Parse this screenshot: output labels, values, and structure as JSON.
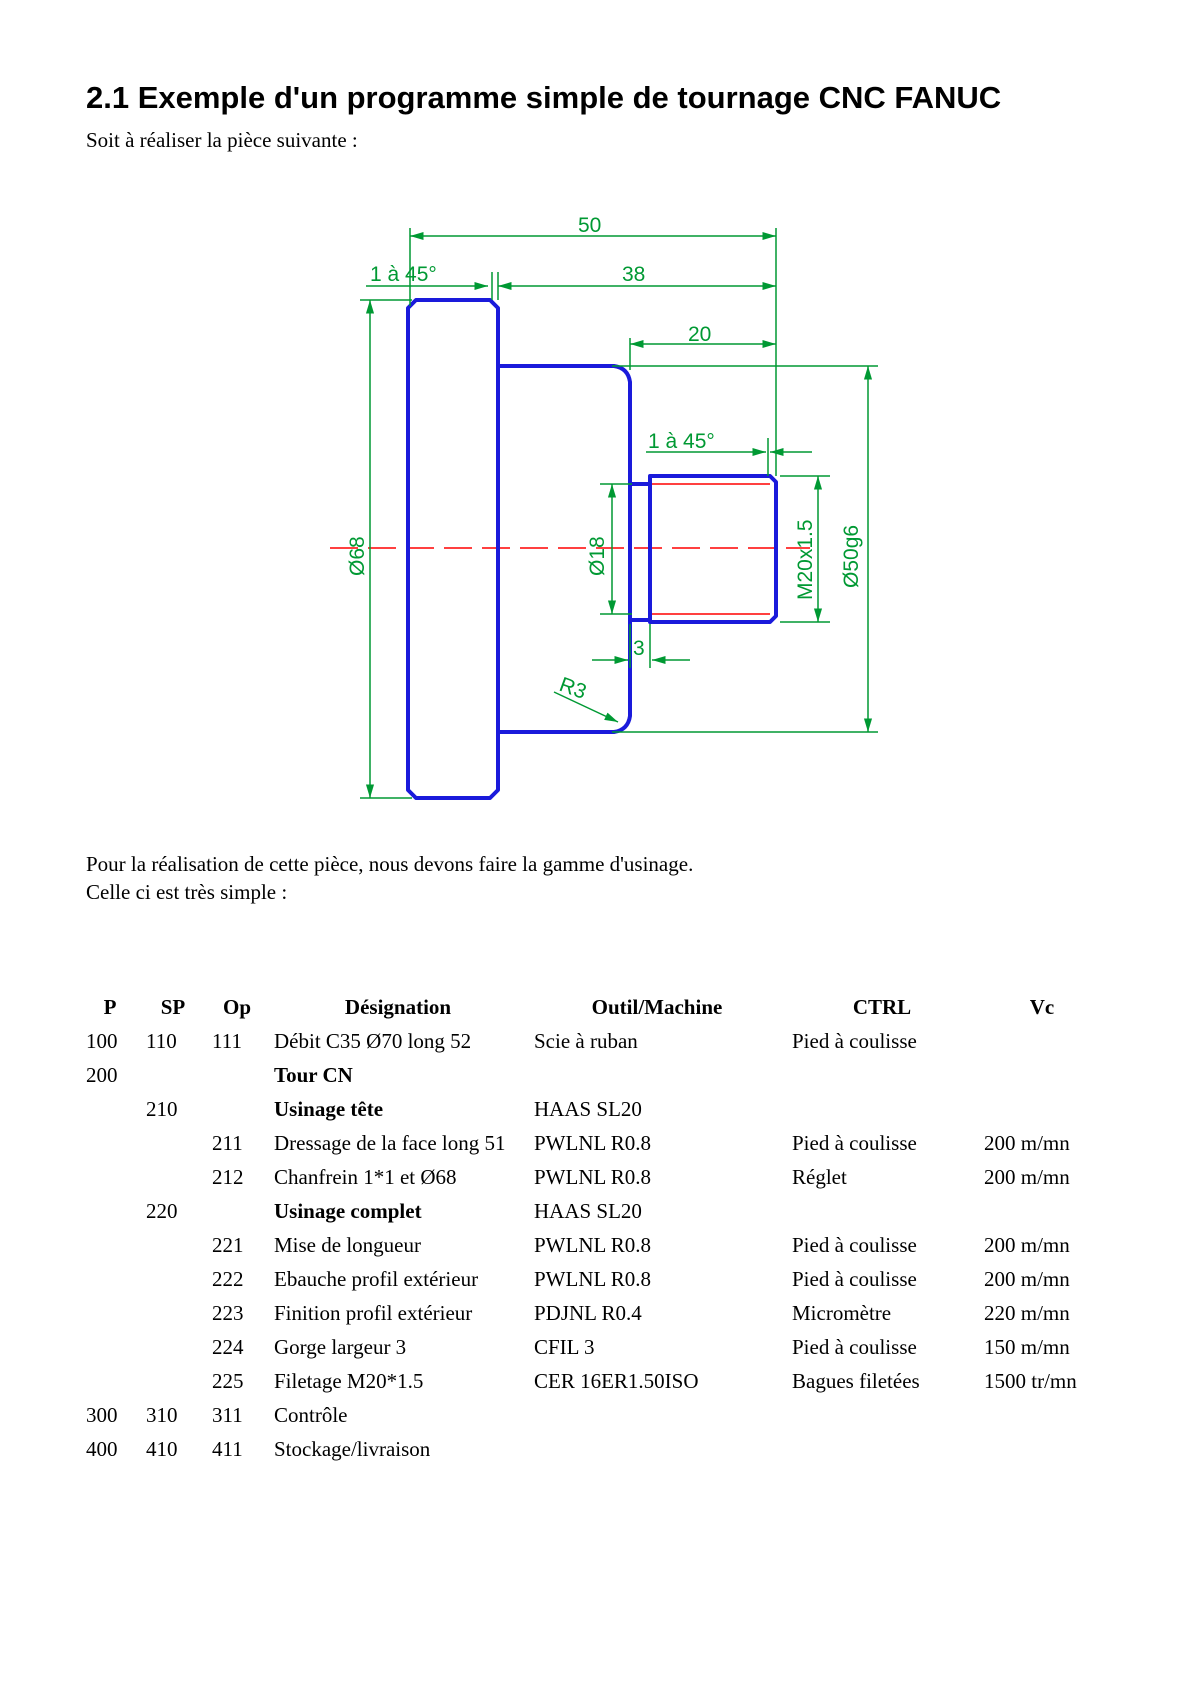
{
  "heading": "2.1 Exemple d'un programme simple de tournage CNC FANUC",
  "intro": "Soit à réaliser la pièce suivante :",
  "drawing": {
    "dims": {
      "overall_length": "50",
      "chamfer_left": "1 à 45°",
      "length_38": "38",
      "length_20": "20",
      "chamfer_right": "1 à 45°",
      "dia_68": "Ø68",
      "dia_18": "Ø18",
      "thread": "M20x1.5",
      "dia_50": "Ø50g6",
      "groove_width": "3",
      "radius": "R3"
    },
    "colors": {
      "part": "#1a1adb",
      "dimension": "#009933",
      "axis": "#ff0000"
    }
  },
  "paragraph": [
    "Pour la réalisation de cette pièce, nous devons faire la gamme d'usinage.",
    "Celle ci est très simple :"
  ],
  "table": {
    "headers": {
      "p": "P",
      "sp": "SP",
      "op": "Op",
      "designation": "Désignation",
      "tool": "Outil/Machine",
      "ctrl": "CTRL",
      "vc": "Vc"
    },
    "rows": [
      {
        "p": "100",
        "sp": "110",
        "op": "111",
        "designation": "Débit C35 Ø70 long 52",
        "tool": "Scie à ruban",
        "ctrl": "Pied à coulisse",
        "vc": ""
      },
      {
        "p": "200",
        "sp": "",
        "op": "",
        "designation": "Tour CN",
        "tool": "",
        "ctrl": "",
        "vc": ""
      },
      {
        "p": "",
        "sp": "210",
        "op": "",
        "designation": "Usinage tête",
        "tool": "HAAS SL20",
        "ctrl": "",
        "vc": ""
      },
      {
        "p": "",
        "sp": "",
        "op": "211",
        "designation": "Dressage de la face long 51",
        "tool": "PWLNL R0.8",
        "ctrl": "Pied à coulisse",
        "vc": "200 m/mn"
      },
      {
        "p": "",
        "sp": "",
        "op": "212",
        "designation": "Chanfrein 1*1 et Ø68",
        "tool": "PWLNL R0.8",
        "ctrl": "Réglet",
        "vc": "200 m/mn"
      },
      {
        "p": "",
        "sp": "220",
        "op": "",
        "designation": "Usinage complet",
        "tool": "HAAS SL20",
        "ctrl": "",
        "vc": ""
      },
      {
        "p": "",
        "sp": "",
        "op": "221",
        "designation": "Mise de longueur",
        "tool": "PWLNL R0.8",
        "ctrl": "Pied à coulisse",
        "vc": "200 m/mn"
      },
      {
        "p": "",
        "sp": "",
        "op": "222",
        "designation": "Ebauche profil extérieur",
        "tool": "PWLNL R0.8",
        "ctrl": "Pied à coulisse",
        "vc": "200 m/mn"
      },
      {
        "p": "",
        "sp": "",
        "op": "223",
        "designation": "Finition profil extérieur",
        "tool": "PDJNL R0.4",
        "ctrl": "Micromètre",
        "vc": "220 m/mn"
      },
      {
        "p": "",
        "sp": "",
        "op": "224",
        "designation": "Gorge largeur 3",
        "tool": "CFIL 3",
        "ctrl": "Pied à coulisse",
        "vc": "150 m/mn"
      },
      {
        "p": "",
        "sp": "",
        "op": "225",
        "designation": "Filetage M20*1.5",
        "tool": "CER 16ER1.50ISO",
        "ctrl": "Bagues filetées",
        "vc": "1500 tr/mn"
      },
      {
        "p": "300",
        "sp": "310",
        "op": "311",
        "designation": "Contrôle",
        "tool": "",
        "ctrl": "",
        "vc": ""
      },
      {
        "p": "400",
        "sp": "410",
        "op": "411",
        "designation": "Stockage/livraison",
        "tool": "",
        "ctrl": "",
        "vc": ""
      }
    ]
  }
}
